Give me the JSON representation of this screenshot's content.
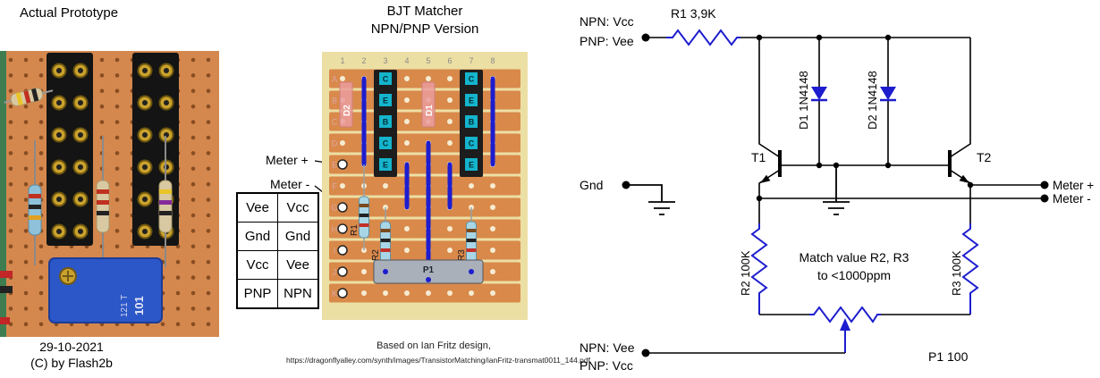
{
  "left_panel": {
    "title": "Actual Prototype",
    "date": "29-10-2021",
    "credit": "(C) by Flash2b",
    "trimmer_markings": [
      "101",
      "121 T"
    ]
  },
  "board_panel": {
    "title_line1": "BJT Matcher",
    "title_line2": "NPN/PNP Version",
    "meter_plus_label": "Meter +",
    "meter_minus_label": "Meter -",
    "column_numbers": [
      "1",
      "2",
      "3",
      "4",
      "5",
      "6",
      "7",
      "8"
    ],
    "row_letters": [
      "A",
      "B",
      "C",
      "D",
      "E",
      "F",
      "G",
      "H",
      "I",
      "J",
      "K"
    ],
    "left_header_pins": [
      "C",
      "E",
      "B",
      "C",
      "E"
    ],
    "right_header_pins": [
      "C",
      "E",
      "B",
      "C",
      "E"
    ],
    "components": {
      "d1": "D1",
      "d2": "D2",
      "r1": "R1",
      "r2": "R2",
      "r3": "R3",
      "p1": "P1"
    },
    "pin_table": [
      [
        "Vee",
        "Vcc"
      ],
      [
        "Gnd",
        "Gnd"
      ],
      [
        "Vcc",
        "Vee"
      ],
      [
        "PNP",
        "NPN"
      ]
    ],
    "footer_line1": "Based on Ian Fritz design,",
    "footer_line2": "https://dragonflyalley.com/synth/images/TransistorMatching/ianFritz-transmat0011_144.pdf"
  },
  "schematic": {
    "top_left_line1": "NPN: Vcc",
    "top_left_line2": "PNP: Vee",
    "bottom_left_line1": "NPN: Vee",
    "bottom_left_line2": "PNP: Vcc",
    "r1": "R1 3,9K",
    "d1": "D1 1N4148",
    "d2": "D2 1N4148",
    "t1": "T1",
    "t2": "T2",
    "gnd": "Gnd",
    "r2": "R2 100K",
    "r3": "R3 100K",
    "p1": "P1 100",
    "meter_plus": "Meter +",
    "meter_minus": "Meter -",
    "match_note_line1": "Match value R2, R3",
    "match_note_line2": "to <1000ppm"
  },
  "colors": {
    "wire_blue": "#1d1dcf",
    "strip_orange": "#d9894a",
    "board_tan": "#ecdfa4"
  }
}
